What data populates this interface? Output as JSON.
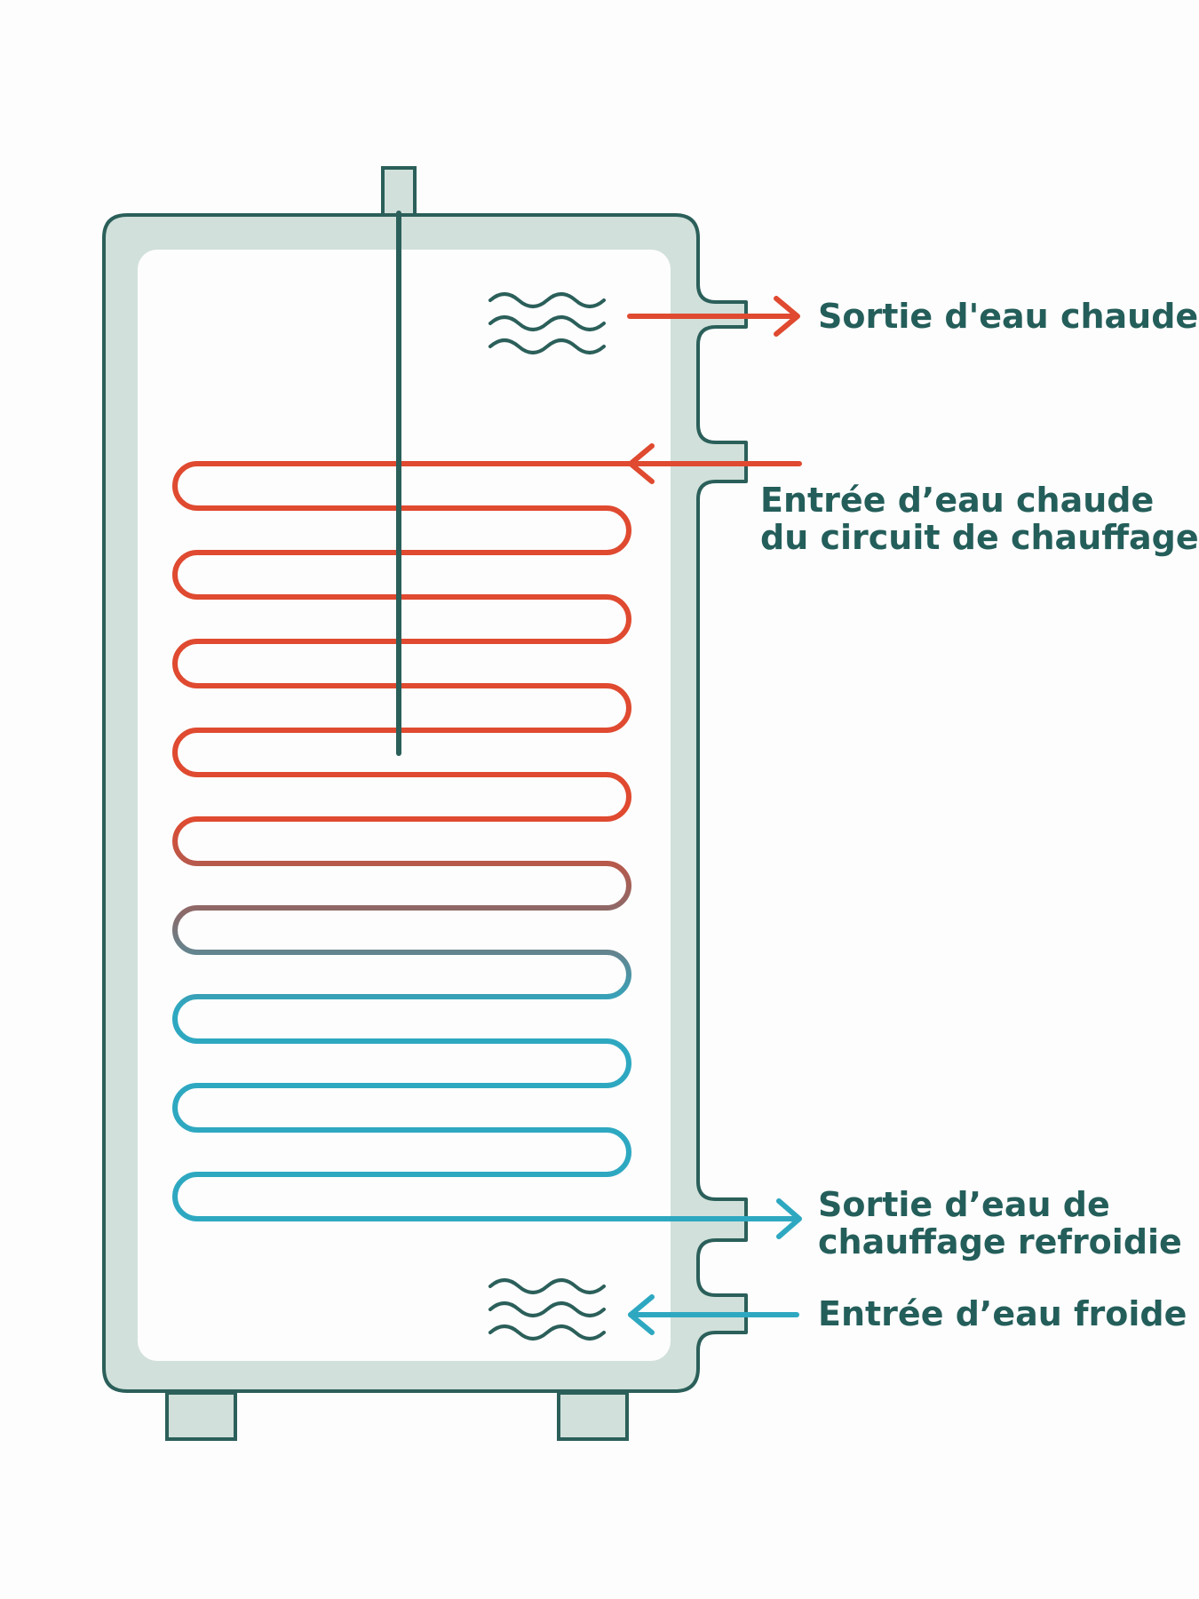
{
  "labels": {
    "hot_water_out": "Sortie d'eau chaude",
    "heating_in_line1": "Entrée d’eau chaude",
    "heating_in_line2": "du circuit de chauffage",
    "heating_out_line1": "Sortie d’eau de",
    "heating_out_line2": "chauffage refroidie",
    "cold_water_in": "Entrée d’eau froide"
  },
  "colors": {
    "outline": "#2b5f5a",
    "tank_fill": "#d1e0da",
    "tank_interior": "#fdfdfd",
    "hot": "#df4a30",
    "cold": "#2ea8c1",
    "transition": "#8a6a6a",
    "text": "#245e5a"
  },
  "icons": [
    "water-waves-icon",
    "arrow-right-icon",
    "arrow-left-icon"
  ]
}
